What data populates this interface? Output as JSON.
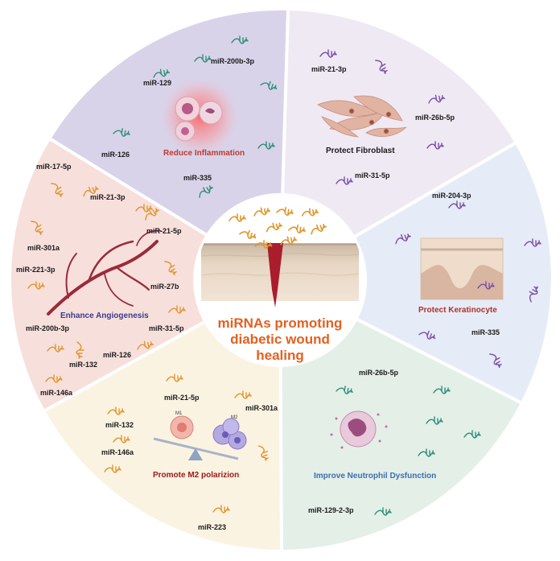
{
  "center": {
    "line1": "miRNAs promoting",
    "line2": "diabetic wound",
    "line3": "healing"
  },
  "sectors": {
    "inflammation": {
      "title": "Reduce Inflammation",
      "color": "#c0392b",
      "labels": [
        "miR-200b-3p",
        "miR-129",
        "miR-126",
        "miR-335"
      ]
    },
    "fibroblast": {
      "title": "Protect Fibroblast",
      "color": "#1a1a1a",
      "labels": [
        "miR-21-3p",
        "miR-26b-5p",
        "miR-31-5p"
      ]
    },
    "keratinocyte": {
      "title": "Protect Keratinocyte",
      "color": "#b03028",
      "labels": [
        "miR-204-3p",
        "miR-335"
      ]
    },
    "neutrophil": {
      "title": "Improve Neutrophil Dysfunction",
      "color": "#3a6fb0",
      "labels": [
        "miR-26b-5p",
        "miR-129-2-3p"
      ]
    },
    "polarization": {
      "title": "Promote  M2 polarizion",
      "color": "#a01818",
      "labels": [
        "miR-21-5p",
        "miR-301a",
        "miR-132",
        "miR-146a",
        "miR-223"
      ],
      "cell_m1": "M1",
      "cell_m2": "M2"
    },
    "angiogenesis": {
      "title": "Enhance Angiogenesis",
      "color": "#3a3a8c",
      "labels": [
        "miR-17-5p",
        "miR-21-3p",
        "miR-21-5p",
        "miR-301a",
        "miR-221-3p",
        "miR-27b",
        "miR-31-5p",
        "miR-200b-3p",
        "miR-126",
        "miR-132",
        "miR-146a"
      ]
    }
  },
  "colors": {
    "inflammation_bg": "#d9d3ea",
    "fibroblast_bg": "#efe9f3",
    "keratinocyte_bg": "#e6ecf7",
    "neutrophil_bg": "#e4efe8",
    "polarization_bg": "#fbf3e2",
    "angiogenesis_bg": "#f7dfdc",
    "rna_orange": "#e0962e",
    "rna_purple": "#7a4fa8",
    "rna_green": "#2f8f7a",
    "rna_teal": "#3aa08a"
  }
}
